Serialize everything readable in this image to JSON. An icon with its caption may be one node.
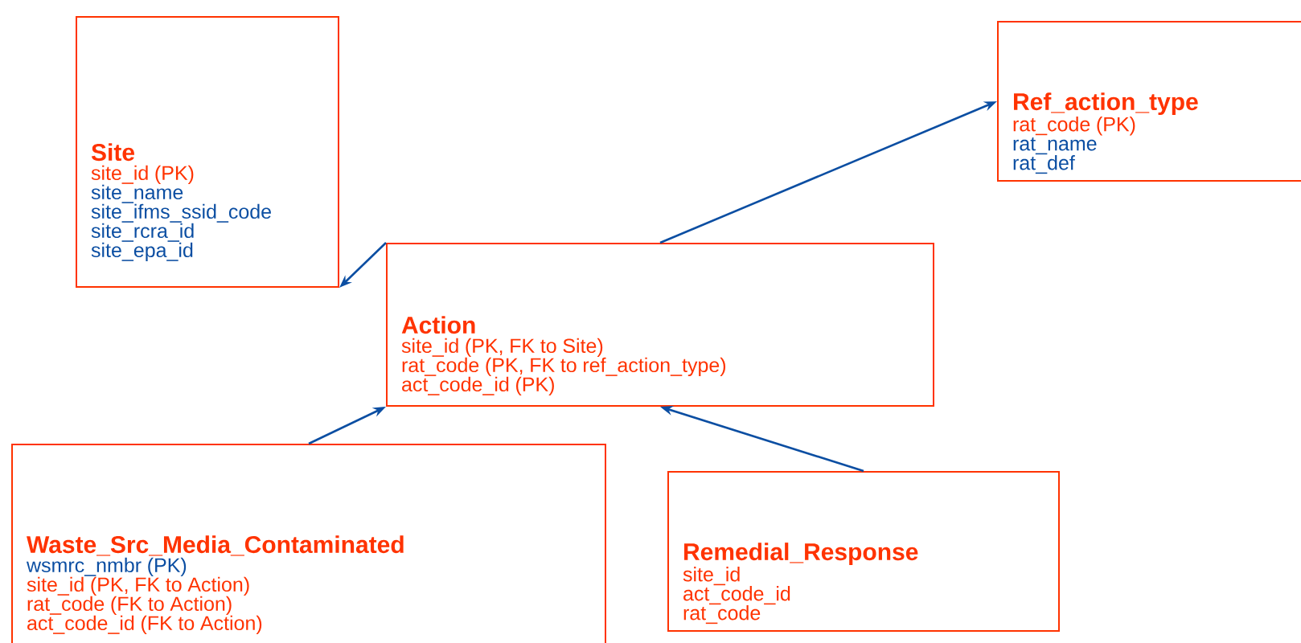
{
  "diagram": {
    "nodes": [
      {
        "text": [
          "Site",
          "site_id (PK)",
          "site_name",
          "site_ifms_ssid_code",
          "site_rcra_id",
          "site_epa_id"
        ]
      },
      {
        "text": [
          "Action",
          "site_id (PK, FK to Site)",
          "rat_code (PK, FK to ref_action_type)",
          "act_code_id (PK)"
        ]
      },
      {
        "text": [
          "Ref_action_type",
          "rat_code (PK)",
          "rat_name",
          "rat_def"
        ]
      },
      {
        "text": [
          "Waste_Src_Media_Contaminated",
          "wsmrc_nmbr (PK)",
          "site_id (PK, FK to Action)",
          "rat_code (FK to Action)",
          "act_code_id (FK to Action)"
        ]
      },
      {
        "text": [
          "Remedial_Response",
          "site_id",
          "act_code_id",
          "rat_code"
        ]
      }
    ],
    "edges": [
      {
        "from": 1,
        "to": 0,
        "arrow": "to"
      },
      {
        "from": 1,
        "to": 2,
        "arrow": "to"
      },
      {
        "from": 3,
        "to": 1,
        "arrow": "to"
      },
      {
        "from": 4,
        "to": 1,
        "arrow": "to"
      }
    ]
  }
}
